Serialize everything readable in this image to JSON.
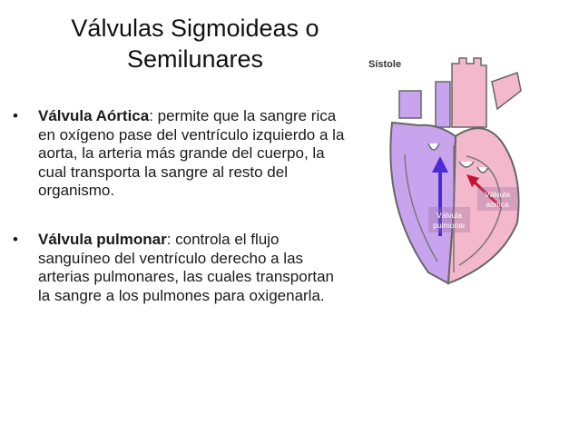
{
  "slide": {
    "title_line1": "Válvulas Sigmoideas o",
    "title_line2": "Semilunares",
    "bullets": [
      {
        "term": "Válvula Aórtica",
        "text": ": permite que la sangre rica en oxígeno pase del ventrículo izquierdo a la aorta, la arteria más grande del cuerpo, la cual transporta la sangre al resto del organismo."
      },
      {
        "term": "Válvula pulmonar",
        "text": ": controla el flujo sanguíneo del ventrículo derecho a las arterias pulmonares, las cuales transportan la sangre a los pulmones para oxigenarla."
      }
    ],
    "bullet_symbol": "•"
  },
  "figure": {
    "caption": "Sístole",
    "label_pulmonar_1": "Válvula",
    "label_pulmonar_2": "pulmonar",
    "label_aortica_1": "Válvula",
    "label_aortica_2": "aórtica",
    "colors": {
      "right_side": "#c9a4ee",
      "left_side": "#f4b8cc",
      "outline": "#666666",
      "arrow_pulmonar": "#4b2bd6",
      "arrow_aortica": "#c4122f",
      "label_bg": "#9a6f9e"
    }
  }
}
